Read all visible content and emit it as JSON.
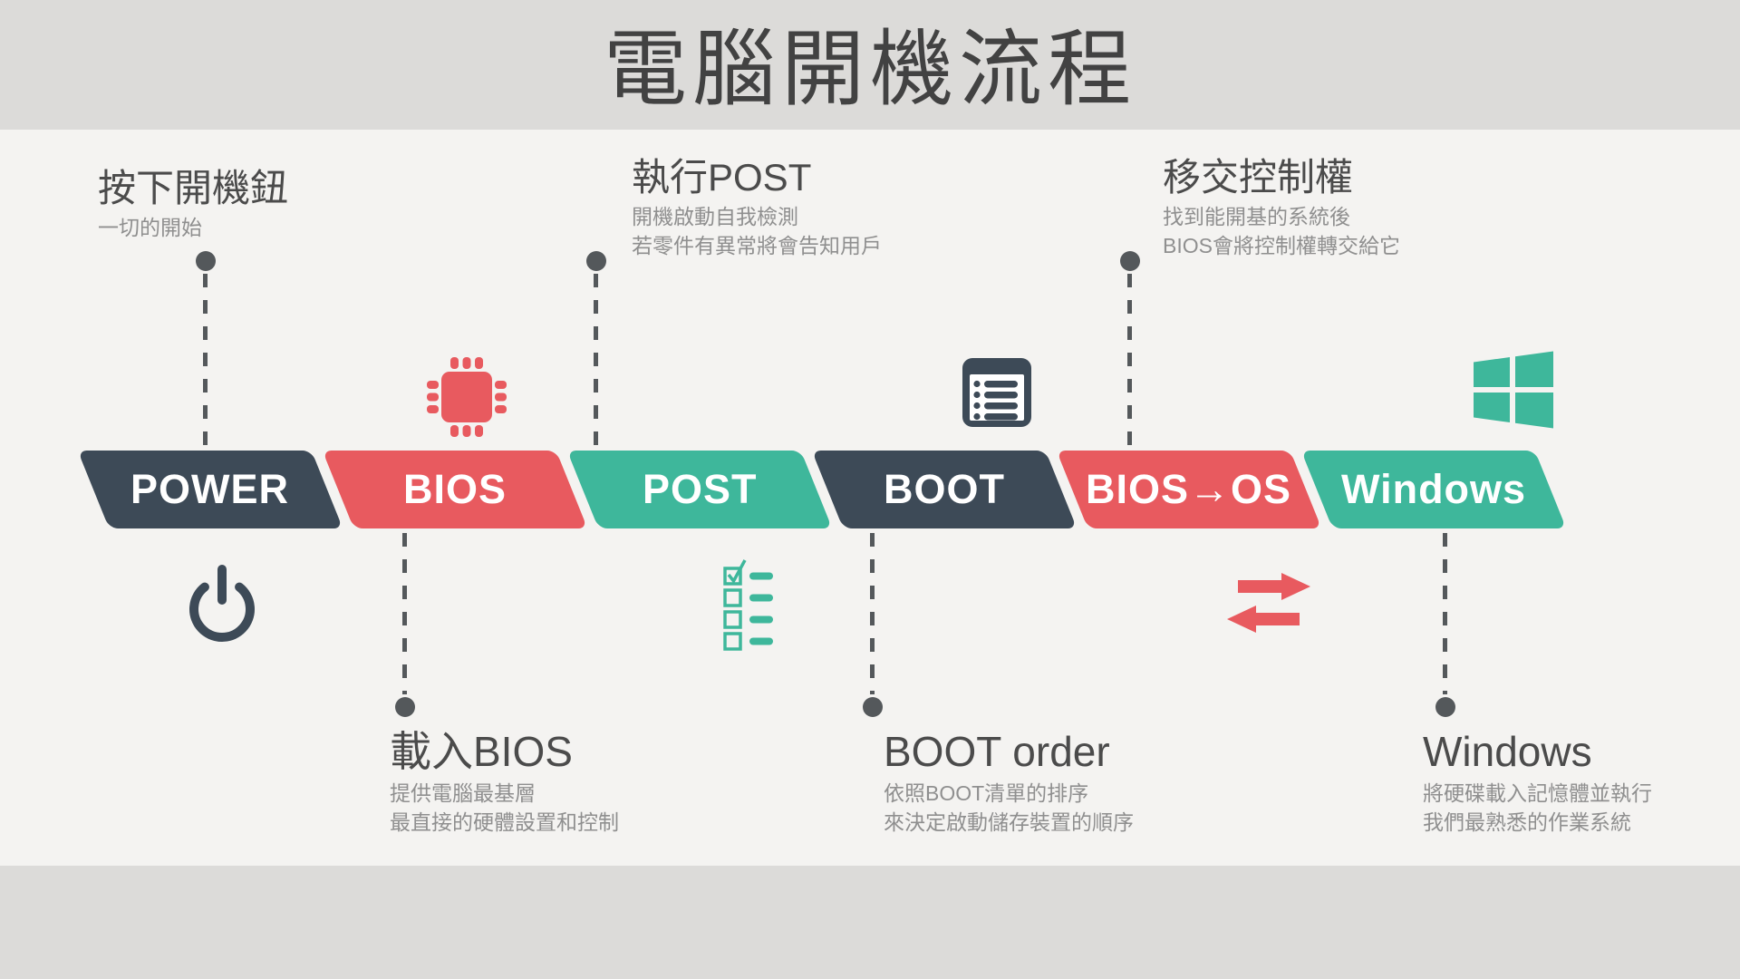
{
  "title": "電腦開機流程",
  "colors": {
    "dark": "#3d4a57",
    "red": "#e85a5f",
    "teal": "#3eb79b",
    "band": "#dcdbd9",
    "canvas": "#f4f3f1",
    "title_text": "#424242",
    "heading_text": "#4b4b4b",
    "body_text": "#8f8f8f",
    "connector": "#54585b",
    "white": "#ffffff"
  },
  "steps": [
    {
      "banner": "POWER",
      "tone": "dark",
      "icon": "power-icon",
      "annotation": {
        "side": "top",
        "title": "按下開機鈕",
        "lines": [
          "一切的開始"
        ]
      }
    },
    {
      "banner": "BIOS",
      "tone": "red",
      "icon": "cpu-chip-icon",
      "annotation": {
        "side": "bottom",
        "title": "載入BIOS",
        "lines": [
          "提供電腦最基層",
          "最直接的硬體設置和控制"
        ]
      }
    },
    {
      "banner": "POST",
      "tone": "teal",
      "icon": "checklist-icon",
      "annotation": {
        "side": "top",
        "title": "執行POST",
        "lines": [
          "開機啟動自我檢測",
          "若零件有異常將會告知用戶"
        ]
      }
    },
    {
      "banner": "BOOT",
      "tone": "dark",
      "icon": "list-icon",
      "annotation": {
        "side": "bottom",
        "title": "BOOT order",
        "lines": [
          "依照BOOT清單的排序",
          "來決定啟動儲存裝置的順序"
        ]
      }
    },
    {
      "banner": "BIOS→OS",
      "tone": "red",
      "icon": "transfer-arrows-icon",
      "annotation": {
        "side": "top",
        "title": "移交控制權",
        "lines": [
          "找到能開基的系統後",
          "BIOS會將控制權轉交給它"
        ]
      }
    },
    {
      "banner": "Windows",
      "tone": "teal",
      "icon": "windows-logo-icon",
      "annotation": {
        "side": "bottom",
        "title": "Windows",
        "lines": [
          "將硬碟載入記憶體並執行",
          "我們最熟悉的作業系統"
        ]
      }
    }
  ]
}
